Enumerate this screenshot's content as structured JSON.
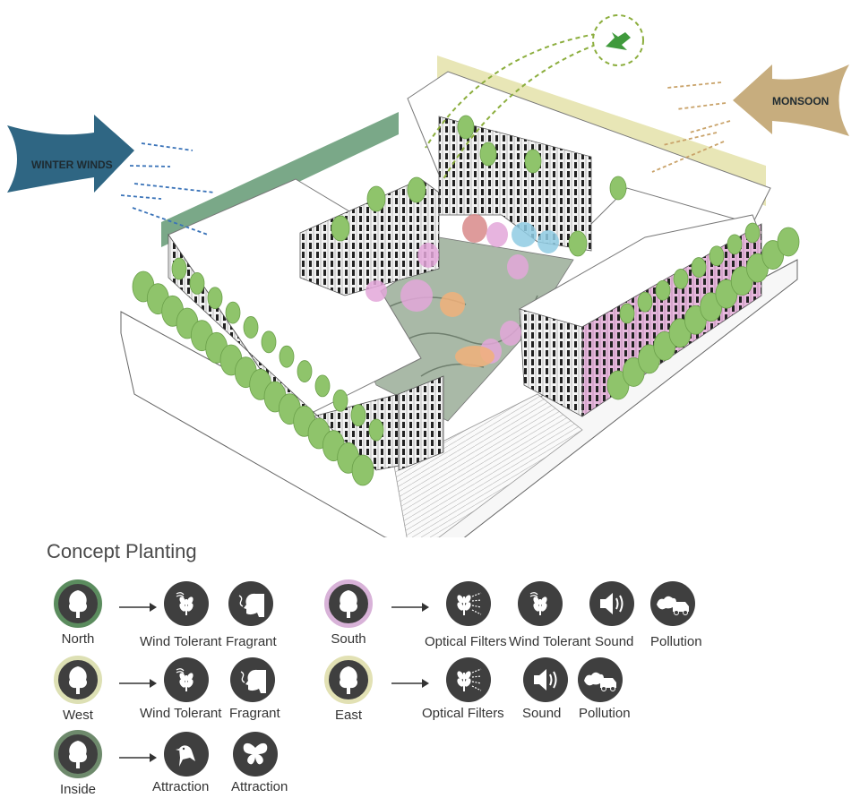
{
  "scene": {
    "winter_label": "WINTER WINDS",
    "monsoon_label": "MONSOON",
    "colors": {
      "winter": "#2f6683",
      "monsoon": "#c7ad7e",
      "north_wall": "#7aa888",
      "south_wall": "#e8e6b6",
      "bird": "#3f9a3c"
    }
  },
  "legend": {
    "title": "Concept Planting",
    "rows": [
      {
        "zone": "North",
        "ring": "#5b8c5e",
        "icons": [
          {
            "icon": "wind-tolerant-icon",
            "label": "Wind Tolerant"
          },
          {
            "icon": "fragrant-icon",
            "label": "Fragrant"
          }
        ]
      },
      {
        "zone": "West",
        "ring": "#dde0b4",
        "icons": [
          {
            "icon": "wind-tolerant-icon",
            "label": "Wind Tolerant"
          },
          {
            "icon": "fragrant-icon",
            "label": "Fragrant"
          }
        ]
      },
      {
        "zone": "Inside",
        "ring": "#6e8a6c",
        "icons": [
          {
            "icon": "bird-attraction-icon",
            "label": "Attraction"
          },
          {
            "icon": "butterfly-attraction-icon",
            "label": "Attraction"
          }
        ]
      },
      {
        "zone": "South",
        "ring": "#d8b2d8",
        "icons": [
          {
            "icon": "optical-filters-icon",
            "label": "Optical Filters"
          },
          {
            "icon": "wind-tolerant-icon",
            "label": "Wind Tolerant"
          },
          {
            "icon": "sound-icon",
            "label": "Sound"
          },
          {
            "icon": "pollution-icon",
            "label": "Pollution"
          }
        ]
      },
      {
        "zone": "East",
        "ring": "#e2e1b4",
        "icons": [
          {
            "icon": "optical-filters-icon",
            "label": "Optical Filters"
          },
          {
            "icon": "sound-icon",
            "label": "Sound"
          },
          {
            "icon": "pollution-icon",
            "label": "Pollution"
          }
        ]
      }
    ]
  }
}
